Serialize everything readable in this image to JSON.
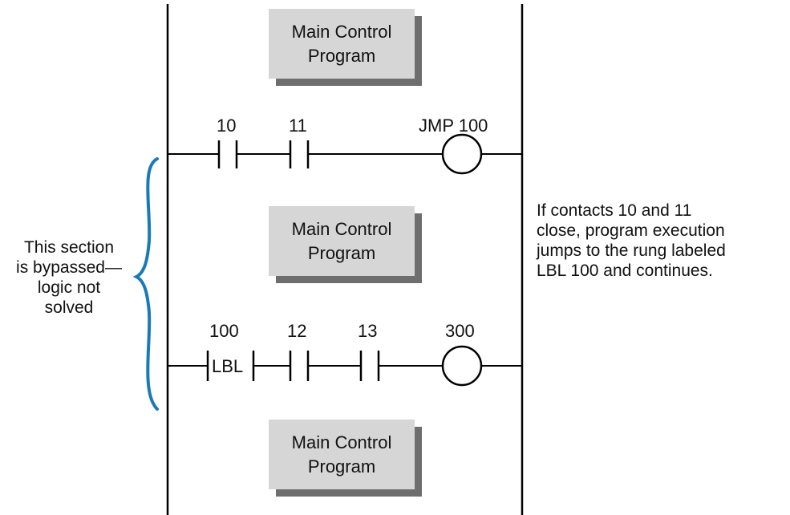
{
  "program_blocks": [
    {
      "line1": "Main Control",
      "line2": "Program"
    },
    {
      "line1": "Main Control",
      "line2": "Program"
    },
    {
      "line1": "Main Control",
      "line2": "Program"
    }
  ],
  "rung1": {
    "contact_a": "10",
    "contact_b": "11",
    "coil": "JMP 100"
  },
  "rung2": {
    "label_addr": "100",
    "label_text": "LBL",
    "contact_a": "12",
    "contact_b": "13",
    "coil": "300"
  },
  "bypass_note": [
    "This section",
    "is bypassed—",
    "logic not",
    "solved"
  ],
  "explanation": [
    "If contacts 10 and 11",
    "close, program execution",
    "jumps to the rung labeled",
    "LBL 100 and continues."
  ],
  "colors": {
    "line": "#000000",
    "brace": "#1a7ab8",
    "block_fill": "#d6d6d6",
    "block_shadow": "#6e6e6e"
  }
}
